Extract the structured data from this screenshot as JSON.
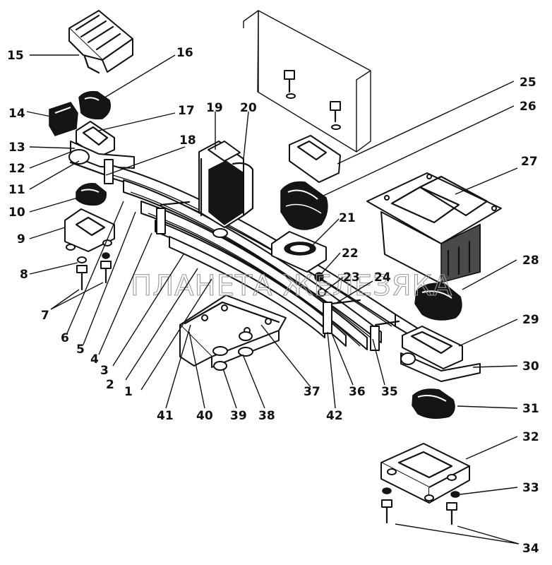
{
  "watermark": "ПЛАНЕТА ЖЕЛЕЗЯКА",
  "callouts": [
    {
      "id": "15",
      "label": "15"
    },
    {
      "id": "16",
      "label": "16"
    },
    {
      "id": "14",
      "label": "14"
    },
    {
      "id": "17",
      "label": "17"
    },
    {
      "id": "19",
      "label": "19"
    },
    {
      "id": "20",
      "label": "20"
    },
    {
      "id": "18",
      "label": "18"
    },
    {
      "id": "13",
      "label": "13"
    },
    {
      "id": "12",
      "label": "12"
    },
    {
      "id": "11",
      "label": "11"
    },
    {
      "id": "10",
      "label": "10"
    },
    {
      "id": "9",
      "label": "9"
    },
    {
      "id": "8",
      "label": "8"
    },
    {
      "id": "7",
      "label": "7"
    },
    {
      "id": "6",
      "label": "6"
    },
    {
      "id": "5",
      "label": "5"
    },
    {
      "id": "4",
      "label": "4"
    },
    {
      "id": "3",
      "label": "3"
    },
    {
      "id": "2",
      "label": "2"
    },
    {
      "id": "1",
      "label": "1"
    },
    {
      "id": "41",
      "label": "41"
    },
    {
      "id": "40",
      "label": "40"
    },
    {
      "id": "39",
      "label": "39"
    },
    {
      "id": "38",
      "label": "38"
    },
    {
      "id": "37",
      "label": "37"
    },
    {
      "id": "42",
      "label": "42"
    },
    {
      "id": "36",
      "label": "36"
    },
    {
      "id": "35",
      "label": "35"
    },
    {
      "id": "25",
      "label": "25"
    },
    {
      "id": "26",
      "label": "26"
    },
    {
      "id": "27",
      "label": "27"
    },
    {
      "id": "21",
      "label": "21"
    },
    {
      "id": "22",
      "label": "22"
    },
    {
      "id": "23",
      "label": "23"
    },
    {
      "id": "24",
      "label": "24"
    },
    {
      "id": "28",
      "label": "28"
    },
    {
      "id": "29",
      "label": "29"
    },
    {
      "id": "30",
      "label": "30"
    },
    {
      "id": "31",
      "label": "31"
    },
    {
      "id": "32",
      "label": "32"
    },
    {
      "id": "33",
      "label": "33"
    },
    {
      "id": "34",
      "label": "34"
    }
  ]
}
